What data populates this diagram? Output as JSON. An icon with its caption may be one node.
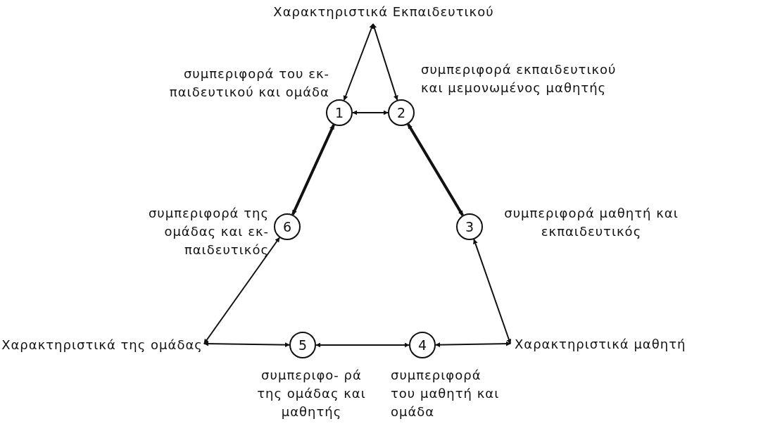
{
  "diagram": {
    "nodes": [
      {
        "text": [
          "Χαρακτηριστικά Εκπαιδευτικού"
        ]
      },
      {
        "text": [
          "1"
        ],
        "beside": [
          "συμπεριφορά του εκ- παιδευτικού και ομάδα"
        ]
      },
      {
        "text": [
          "2"
        ],
        "beside": [
          "συμπεριφορά εκπαιδευτικού και μεμονωμένος μαθητής"
        ]
      },
      {
        "text": [
          "6"
        ],
        "beside": [
          "συμπεριφορά της ομάδας και εκ- παιδευτικός"
        ]
      },
      {
        "text": [
          "3"
        ],
        "beside": [
          "συμπεριφορά μαθητή και εκπαιδευτικός"
        ]
      },
      {
        "text": [
          "Χαρακτηριστικά της ομάδας"
        ]
      },
      {
        "text": [
          "5"
        ],
        "beside": [
          "συμπεριφο- ρά της ομάδας και μαθητής"
        ]
      },
      {
        "text": [
          "4"
        ],
        "beside": [
          "συμπεριφορά του μαθητή και ομάδα"
        ]
      },
      {
        "text": [
          "Χαρακτηριστικά μαθητή"
        ]
      }
    ],
    "edges": [
      {
        "from": 0,
        "to": 1,
        "arrow": "both"
      },
      {
        "from": 0,
        "to": 2,
        "arrow": "both"
      },
      {
        "from": 1,
        "to": 2,
        "arrow": "both"
      },
      {
        "from": 1,
        "to": 3,
        "arrow": "both",
        "style": "thick"
      },
      {
        "from": 2,
        "to": 4,
        "arrow": "both",
        "style": "thick"
      },
      {
        "from": 3,
        "to": 5,
        "arrow": "both"
      },
      {
        "from": 4,
        "to": 8,
        "arrow": "both"
      },
      {
        "from": 5,
        "to": 6,
        "arrow": "both"
      },
      {
        "from": 6,
        "to": 7,
        "arrow": "both"
      },
      {
        "from": 7,
        "to": 8,
        "arrow": "both"
      }
    ]
  }
}
